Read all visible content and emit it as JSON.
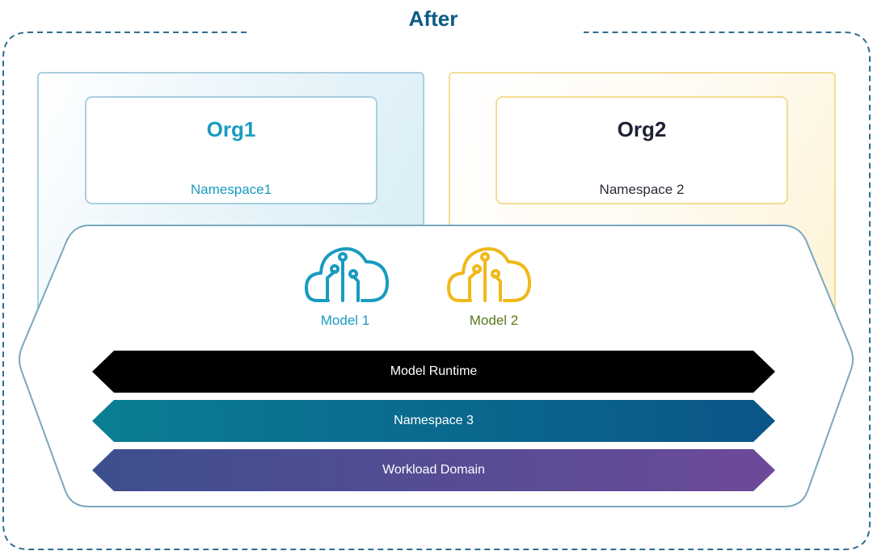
{
  "title": "After",
  "orgs": [
    {
      "name": "Org1",
      "namespace": "Namespace1",
      "color": "#1a9bc1"
    },
    {
      "name": "Org2",
      "namespace": "Namespace 2",
      "color": "#1e2134"
    }
  ],
  "models": [
    {
      "label": "Model 1",
      "icon": "cloud-circuit-icon",
      "color": "#1a9bc1",
      "label_color": "#1a9bc1"
    },
    {
      "label": "Model 2",
      "icon": "cloud-circuit-icon",
      "color": "#f0b91a",
      "label_color": "#5a7a1a"
    }
  ],
  "bands": [
    {
      "label": "Model Runtime",
      "colors": [
        "#000000",
        "#000000"
      ]
    },
    {
      "label": "Namespace 3",
      "colors": [
        "#0a7f93",
        "#0b5589"
      ]
    },
    {
      "label": "Workload Domain",
      "colors": [
        "#3d4f8e",
        "#6d4a9a"
      ]
    }
  ]
}
